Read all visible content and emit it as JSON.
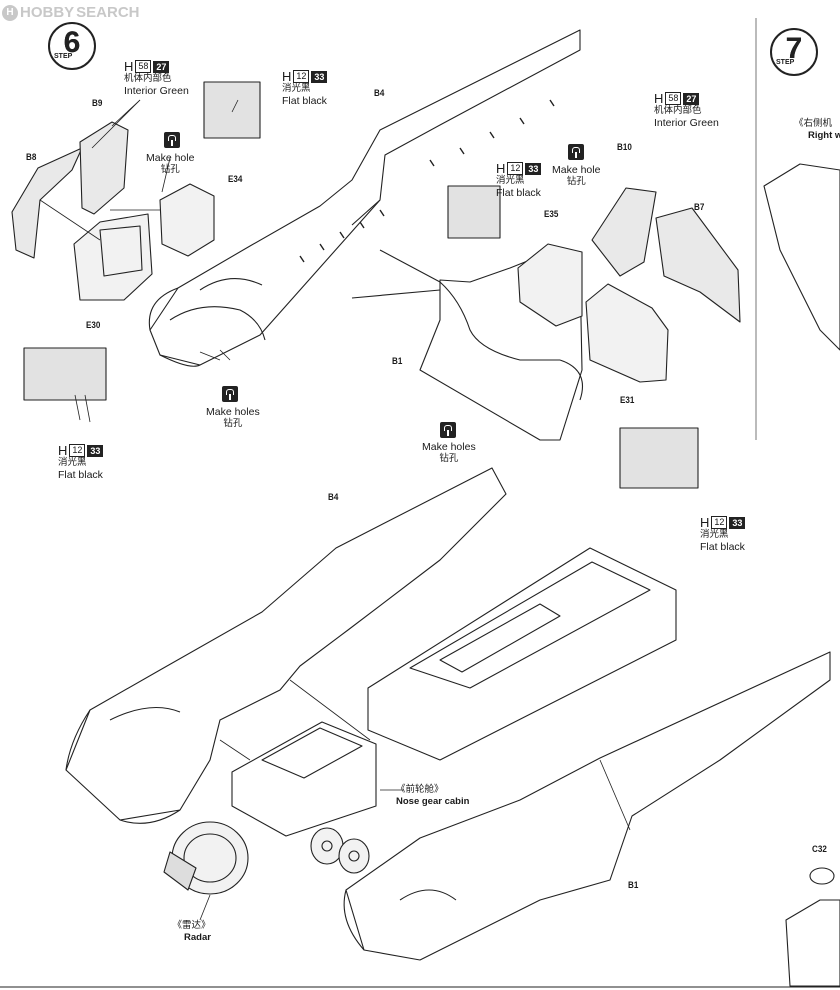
{
  "watermark": {
    "logo_text": "H",
    "text_1": "HOBBY",
    "text_2": "SEARCH"
  },
  "steps": [
    {
      "label": "STEP",
      "number": "6"
    },
    {
      "label": "STEP",
      "number": "7"
    }
  ],
  "parts": {
    "b8": "B8",
    "b9": "B9",
    "e30": "E30",
    "e34": "E34",
    "b4_top": "B4",
    "b1_top": "B1",
    "b10": "B10",
    "b7": "B7",
    "e35": "E35",
    "e31": "E31",
    "b4_bottom": "B4",
    "b1_bottom": "B1",
    "c32": "C32"
  },
  "paints": {
    "interior_green_1": {
      "prefix": "H",
      "code": "58",
      "ref": "27",
      "cn": "机体内部色",
      "en": "Interior Green"
    },
    "flat_black_1": {
      "prefix": "H",
      "code": "12",
      "ref": "33",
      "cn": "消光黑",
      "en": "Flat black"
    },
    "flat_black_2": {
      "prefix": "H",
      "code": "12",
      "ref": "33",
      "cn": "消光黑",
      "en": "Flat black"
    },
    "interior_green_2": {
      "prefix": "H",
      "code": "58",
      "ref": "27",
      "cn": "机体内部色",
      "en": "Interior Green"
    },
    "flat_black_3": {
      "prefix": "H",
      "code": "12",
      "ref": "33",
      "cn": "消光黑",
      "en": "Flat black"
    },
    "flat_black_4": {
      "prefix": "H",
      "code": "12",
      "ref": "33",
      "cn": "消光黑",
      "en": "Flat black"
    }
  },
  "holes": {
    "hole_1": {
      "en": "Make hole",
      "cn": "钻孔"
    },
    "holes_1": {
      "en": "Make holes",
      "cn": "钻孔"
    },
    "hole_2": {
      "en": "Make hole",
      "cn": "钻孔"
    },
    "holes_2": {
      "en": "Make holes",
      "cn": "钻孔"
    }
  },
  "callouts": {
    "nose_gear_cn": "《前轮舱》",
    "nose_gear_en": "Nose gear cabin",
    "radar_cn": "《雷达》",
    "radar_en": "Radar",
    "right_wing_cn": "《右侧机",
    "right_wing_en": "Right wi"
  }
}
